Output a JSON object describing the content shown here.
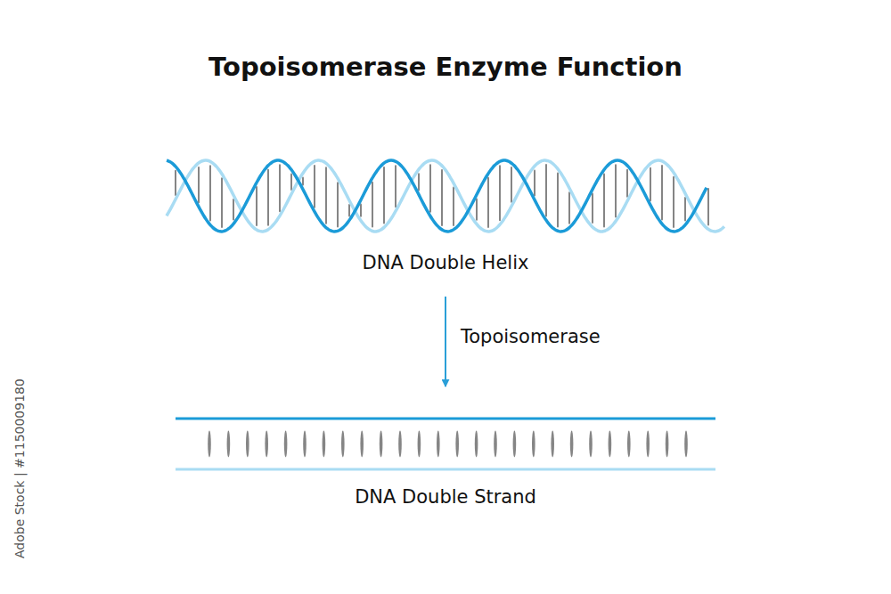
{
  "diagram": {
    "title": "Topoisomerase Enzyme Function",
    "nodes": [
      {
        "text": [
          "DNA Double Helix"
        ]
      },
      {
        "text": [
          "DNA Double Strand"
        ]
      }
    ],
    "edges": [
      {
        "from": 0,
        "to": 1,
        "label": "Topoisomerase",
        "arrow": "to"
      }
    ],
    "labels": [
      "Adobe Stock | #1150009180"
    ]
  }
}
